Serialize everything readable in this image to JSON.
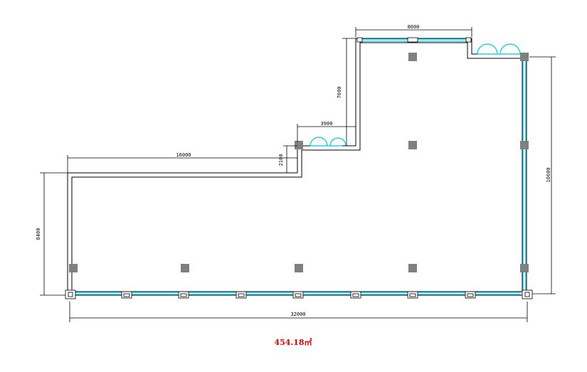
{
  "plan": {
    "area_label": "454.18㎡",
    "colors": {
      "wall": "#000000",
      "glazing": "#00c8e6",
      "column": "#808080",
      "area_text": "#e00000"
    },
    "dimensions": {
      "top_window_width": "8000",
      "upper_wing_height": "7600",
      "step_width": "3900",
      "left_wing_width": "16000",
      "step_height": "2100",
      "left_height": "8400",
      "right_height": "16600",
      "total_width": "32000"
    }
  }
}
